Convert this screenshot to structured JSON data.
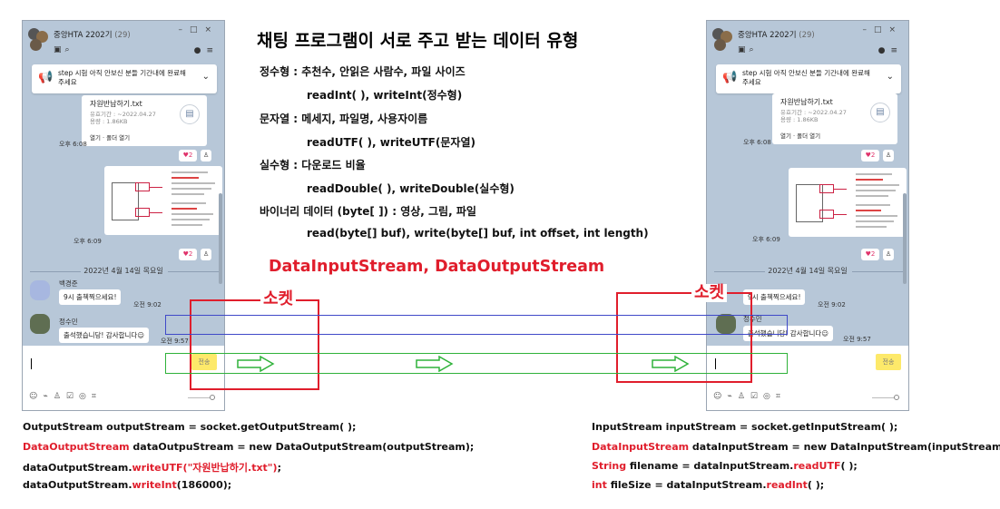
{
  "chat": {
    "room_name": "중앙HTA 2202기",
    "room_count": "(29)",
    "notice": "step 시험 아직 안보신 분들 기간내에 완료해 주세요",
    "file_name": "자원반납하기.txt",
    "file_meta1": "유효기간 : ~2022.04.27",
    "file_meta2": "용량 : 1.86KB",
    "file_open": "열기 · 폴더 열기",
    "time1": "오후 6:08",
    "time2": "오후 6:09",
    "reaction_count": "2",
    "date_divider": "2022년 4월 14일 목요일",
    "sender1": "백경준",
    "msg1": "9시 출첵찍으세요!",
    "time3": "오전 9:02",
    "sender2": "정수민",
    "msg2": "출석했습니당! 감사합니다☺",
    "time4": "오전 9:57",
    "send_label": "전송",
    "colors": {
      "bg": "#b7c7d8",
      "send": "#fde96a"
    }
  },
  "diagram": {
    "title": "채팅 프로그램이 서로 주고 받는 데이터 유형",
    "lines": [
      "정수형 : 추천수, 안읽은 사람수, 파일 사이즈",
      "readInt( ), writeInt(정수형)",
      "문자열 : 메세지, 파일명, 사용자이름",
      "readUTF( ), writeUTF(문자열)",
      "실수형 : 다운로드 비율",
      "readDouble( ), writeDouble(실수형)",
      "바이너리 데이터 (byte[ ]) : 영상, 그림, 파일",
      "read(byte[] buf), write(byte[] buf, int offset, int length)"
    ],
    "streams": "DataInputStream, DataOutputStream",
    "socket_label": "소켓",
    "colors": {
      "socket": "#e01e2c",
      "blue": "#3f49c8",
      "green": "#2fb23a"
    }
  },
  "code_left": {
    "l1": "OutputStream outputStream = socket.getOutputStream( );",
    "l2_red": "DataOutputStream",
    "l2_rest": " dataOutpuStream = new DataOutputStream(outputStream);",
    "l3_a": "dataOutputStream.",
    "l3_red": "writeUTF(\"자원반납하기.txt\")",
    "l3_b": ";",
    "l4_a": "dataOutputStream.",
    "l4_red": "writeInt",
    "l4_b": "(186000);"
  },
  "code_right": {
    "l1": "InputStream inputStream = socket.getInputStream( );",
    "l2_red": "DataInputStream",
    "l2_rest": " dataInputStream = new DataInputStream(inputStream);",
    "l3_red": "String",
    "l3_a": " filename = dataInputStream.",
    "l3_red2": "readUTF",
    "l3_b": "( );",
    "l4_red": "int",
    "l4_a": " fileSize = dataInputStream.",
    "l4_red2": "readInt",
    "l4_b": "( );"
  }
}
